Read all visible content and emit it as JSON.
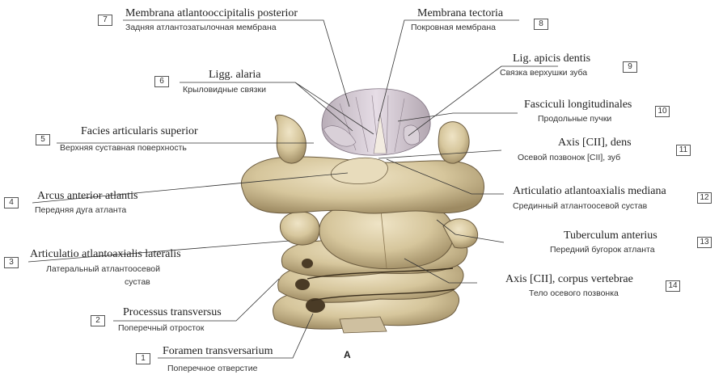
{
  "figure_letter": "A",
  "labels": [
    {
      "num": "7",
      "latin": "Membrana atlantooccipitalis posterior",
      "russian": "Задняя атлантозатылочная мембрана"
    },
    {
      "num": "8",
      "latin": "Membrana tectoria",
      "russian": "Покровная мембрана"
    },
    {
      "num": "6",
      "latin": "Ligg. alaria",
      "russian": "Крыловидные связки"
    },
    {
      "num": "9",
      "latin": "Lig. apicis dentis",
      "russian": "Связка верхушки зуба"
    },
    {
      "num": "10",
      "latin": "Fasciculi longitudinales",
      "russian": "Продольные пучки"
    },
    {
      "num": "5",
      "latin": "Facies articularis superior",
      "russian": "Верхняя суставная поверхность"
    },
    {
      "num": "11",
      "latin": "Axis [CII], dens",
      "russian": "Осевой позвонок [CII], зуб"
    },
    {
      "num": "4",
      "latin": "Arcus anterior atlantis",
      "russian": "Передняя дуга атланта"
    },
    {
      "num": "12",
      "latin": "Articulatio atlantoaxialis mediana",
      "russian": "Срединный атлантоосевой сустав"
    },
    {
      "num": "13",
      "latin": "Tuberculum anterius",
      "russian": "Передний бугорок атланта"
    },
    {
      "num": "3",
      "latin": "Articulatio atlantoaxialis lateralis",
      "russian": "Латеральный атлантоосевой",
      "russian2": "сустав"
    },
    {
      "num": "14",
      "latin": "Axis [CII], corpus vertebrae",
      "russian": "Тело осевого позвонка"
    },
    {
      "num": "2",
      "latin": "Processus transversus",
      "russian": "Поперечный отросток"
    },
    {
      "num": "1",
      "latin": "Foramen transversarium",
      "russian": "Поперечное отверстие"
    }
  ]
}
